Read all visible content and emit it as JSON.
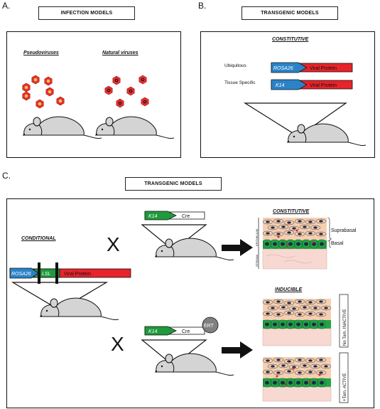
{
  "panels": {
    "a": {
      "letter": "A.",
      "title": "INFECTION MODELS",
      "pseudo_label": "Pseudoviruses",
      "natural_label": "Natural viruses"
    },
    "b": {
      "letter": "B.",
      "title": "TRANSGENIC MODELS",
      "section": "CONSTITUTIVE",
      "row1_label": "Ubiquitous",
      "row2_label": "Tissue Specific",
      "promoter1": "ROSA26",
      "promoter2": "K14",
      "gene": "Viral Protein"
    },
    "c": {
      "letter": "C.",
      "title": "TRANSGENIC MODELS",
      "conditional": "CONDITIONAL",
      "rosa": "ROSA26",
      "lsl": "LSL",
      "viral": "Viral Protein",
      "cross": "X",
      "k14": "K14",
      "cre": "Cre",
      "ert": "ERT",
      "constitutive": "CONSTITUTIVE",
      "inducible": "INDUCIBLE",
      "suprabasal": "Suprabasal",
      "basal": "Basal",
      "epithelium": "EPITHELIUM",
      "stroma": "STROMA",
      "no_tam": "No Tam. INACTIVE",
      "plus_tam": "+Tam. ACTIVE"
    }
  },
  "colors": {
    "virus_fill": "#e53030",
    "virus_core": "#f6c542",
    "promoter_blue": "#2b83c6",
    "gene_red": "#e8232a",
    "k14_green": "#1f9a3c",
    "cell_peach": "#f6cfb2",
    "nucleus": "#1c2a4a",
    "basal_green": "#23a544",
    "stroma_pink": "#f7d9d2"
  }
}
